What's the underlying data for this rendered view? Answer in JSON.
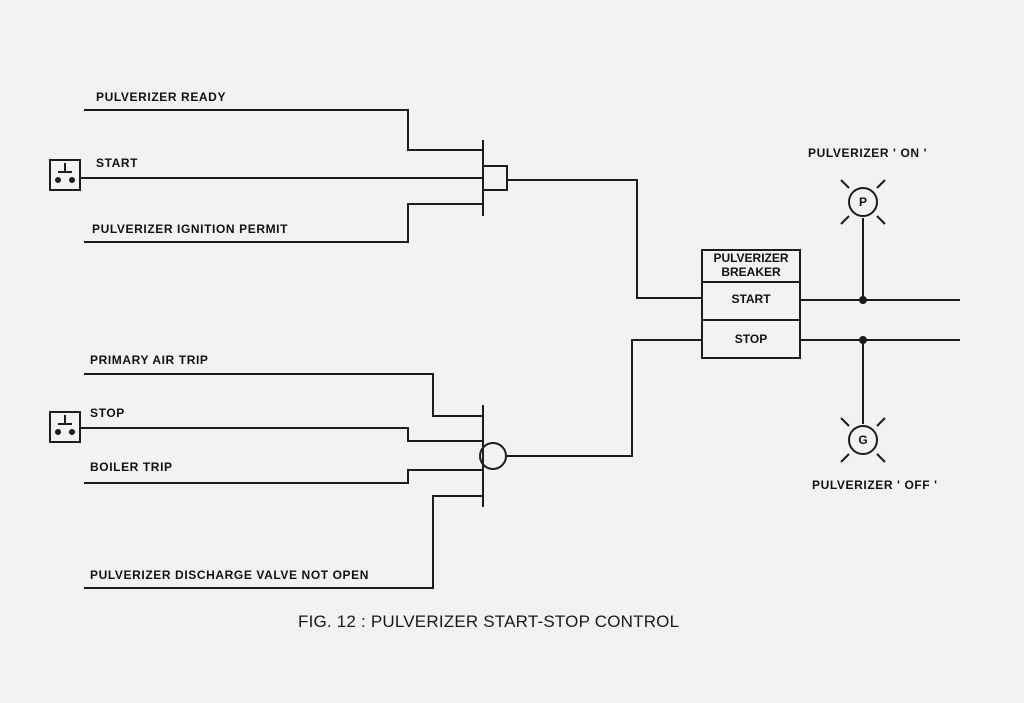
{
  "inputs": {
    "pulverizer_ready": "PULVERIZER READY",
    "start": "START",
    "ignition_permit": "PULVERIZER IGNITION PERMIT",
    "primary_air_trip": "PRIMARY AIR TRIP",
    "stop": "STOP",
    "boiler_trip": "BOILER TRIP",
    "discharge_valve": "PULVERIZER DISCHARGE VALVE NOT OPEN"
  },
  "breaker": {
    "title_line1": "PULVERIZER",
    "title_line2": "BREAKER",
    "start": "START",
    "stop": "STOP"
  },
  "lamps": {
    "on_label": "PULVERIZER ' ON '",
    "on_letter": "P",
    "off_label": "PULVERIZER ' OFF '",
    "off_letter": "G"
  },
  "caption": "FIG. 12 : PULVERIZER START-STOP CONTROL"
}
